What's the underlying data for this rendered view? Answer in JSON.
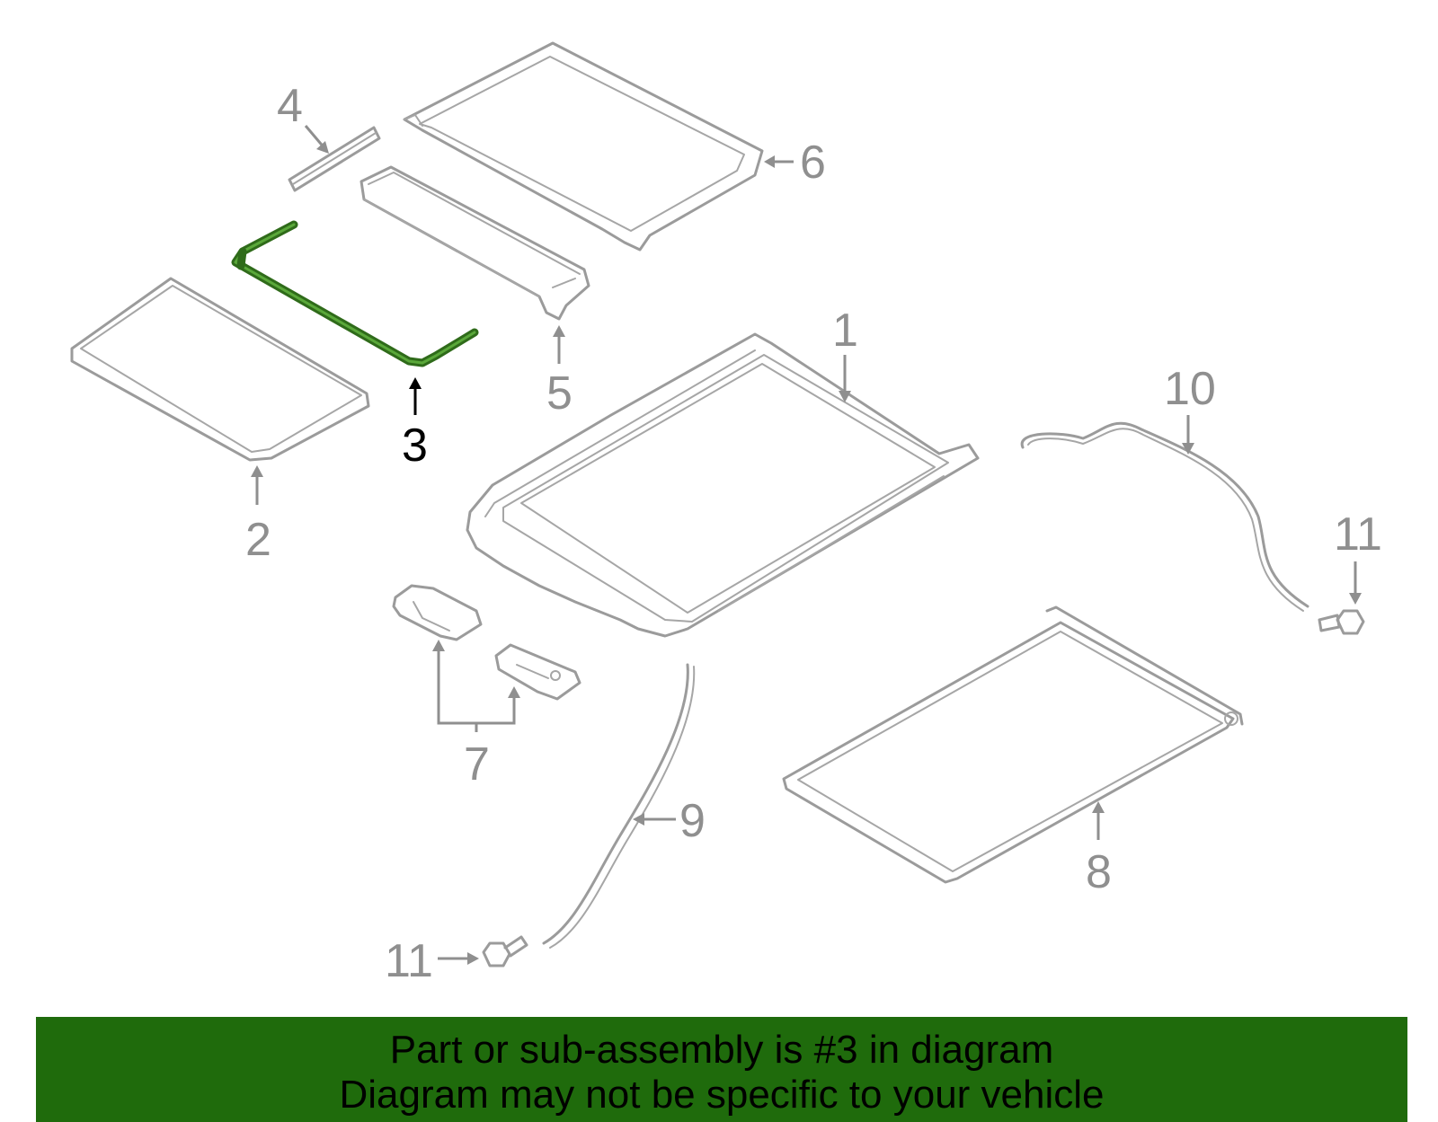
{
  "diagram": {
    "highlighted_part": "3",
    "callouts": {
      "c1": "1",
      "c2": "2",
      "c3": "3",
      "c4": "4",
      "c5": "5",
      "c6": "6",
      "c7": "7",
      "c8": "8",
      "c9": "9",
      "c10": "10",
      "c11a": "11",
      "c11b": "11"
    },
    "colors": {
      "highlight": "#2f6b1a",
      "parts": "#9b9b9b",
      "banner": "#1f6b0c"
    }
  },
  "banner": {
    "line1": "Part or sub-assembly is #3 in diagram",
    "line2": "Diagram may not be specific to your vehicle"
  }
}
